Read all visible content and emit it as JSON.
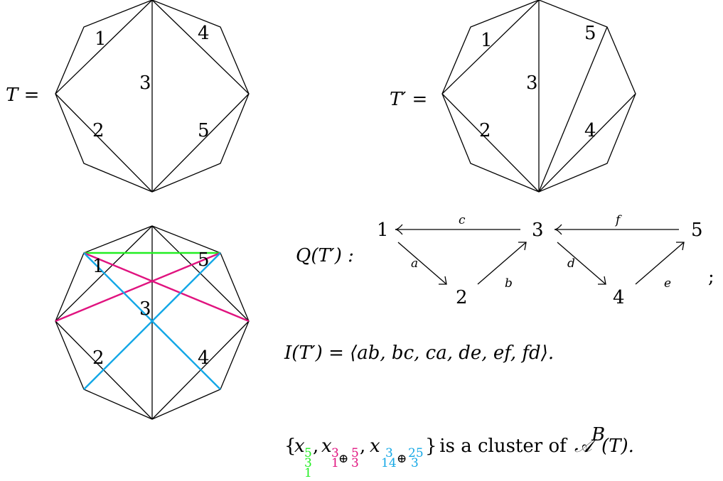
{
  "diagram1": {
    "title": "T =",
    "labels": [
      "1",
      "2",
      "3",
      "4",
      "5"
    ]
  },
  "diagram2": {
    "title": "T′ =",
    "labels": [
      "1",
      "2",
      "3",
      "4",
      "5"
    ]
  },
  "diagram3": {
    "labels": [
      "1",
      "2",
      "3",
      "4",
      "5"
    ],
    "colors": {
      "green": "#22ee22",
      "magenta": "#e0137f",
      "cyan": "#14a8e6"
    }
  },
  "quiver": {
    "title": "Q(T′) :",
    "nodes": [
      "1",
      "2",
      "3",
      "4",
      "5"
    ],
    "arrows": [
      "a",
      "b",
      "c",
      "d",
      "e",
      "f"
    ],
    "terminator": ";"
  },
  "ideal": {
    "text": "I(T′) = ⟨ab, bc, ca, de, ef, fd⟩."
  },
  "cluster": {
    "open": "{",
    "x": "x",
    "comma": ",",
    "oplus": "⊕",
    "close": "}",
    "text": " is a cluster of ",
    "algebra": "𝒜",
    "sup": "B",
    "arg": "(T).",
    "x1_sub": [
      "5",
      "3",
      "1"
    ],
    "x2_sub_a": [
      "3",
      "1"
    ],
    "x2_sub_b": [
      "5",
      "3"
    ],
    "x3_sub_a": [
      "3",
      "14"
    ],
    "x3_sub_b": [
      "25",
      "3"
    ]
  }
}
